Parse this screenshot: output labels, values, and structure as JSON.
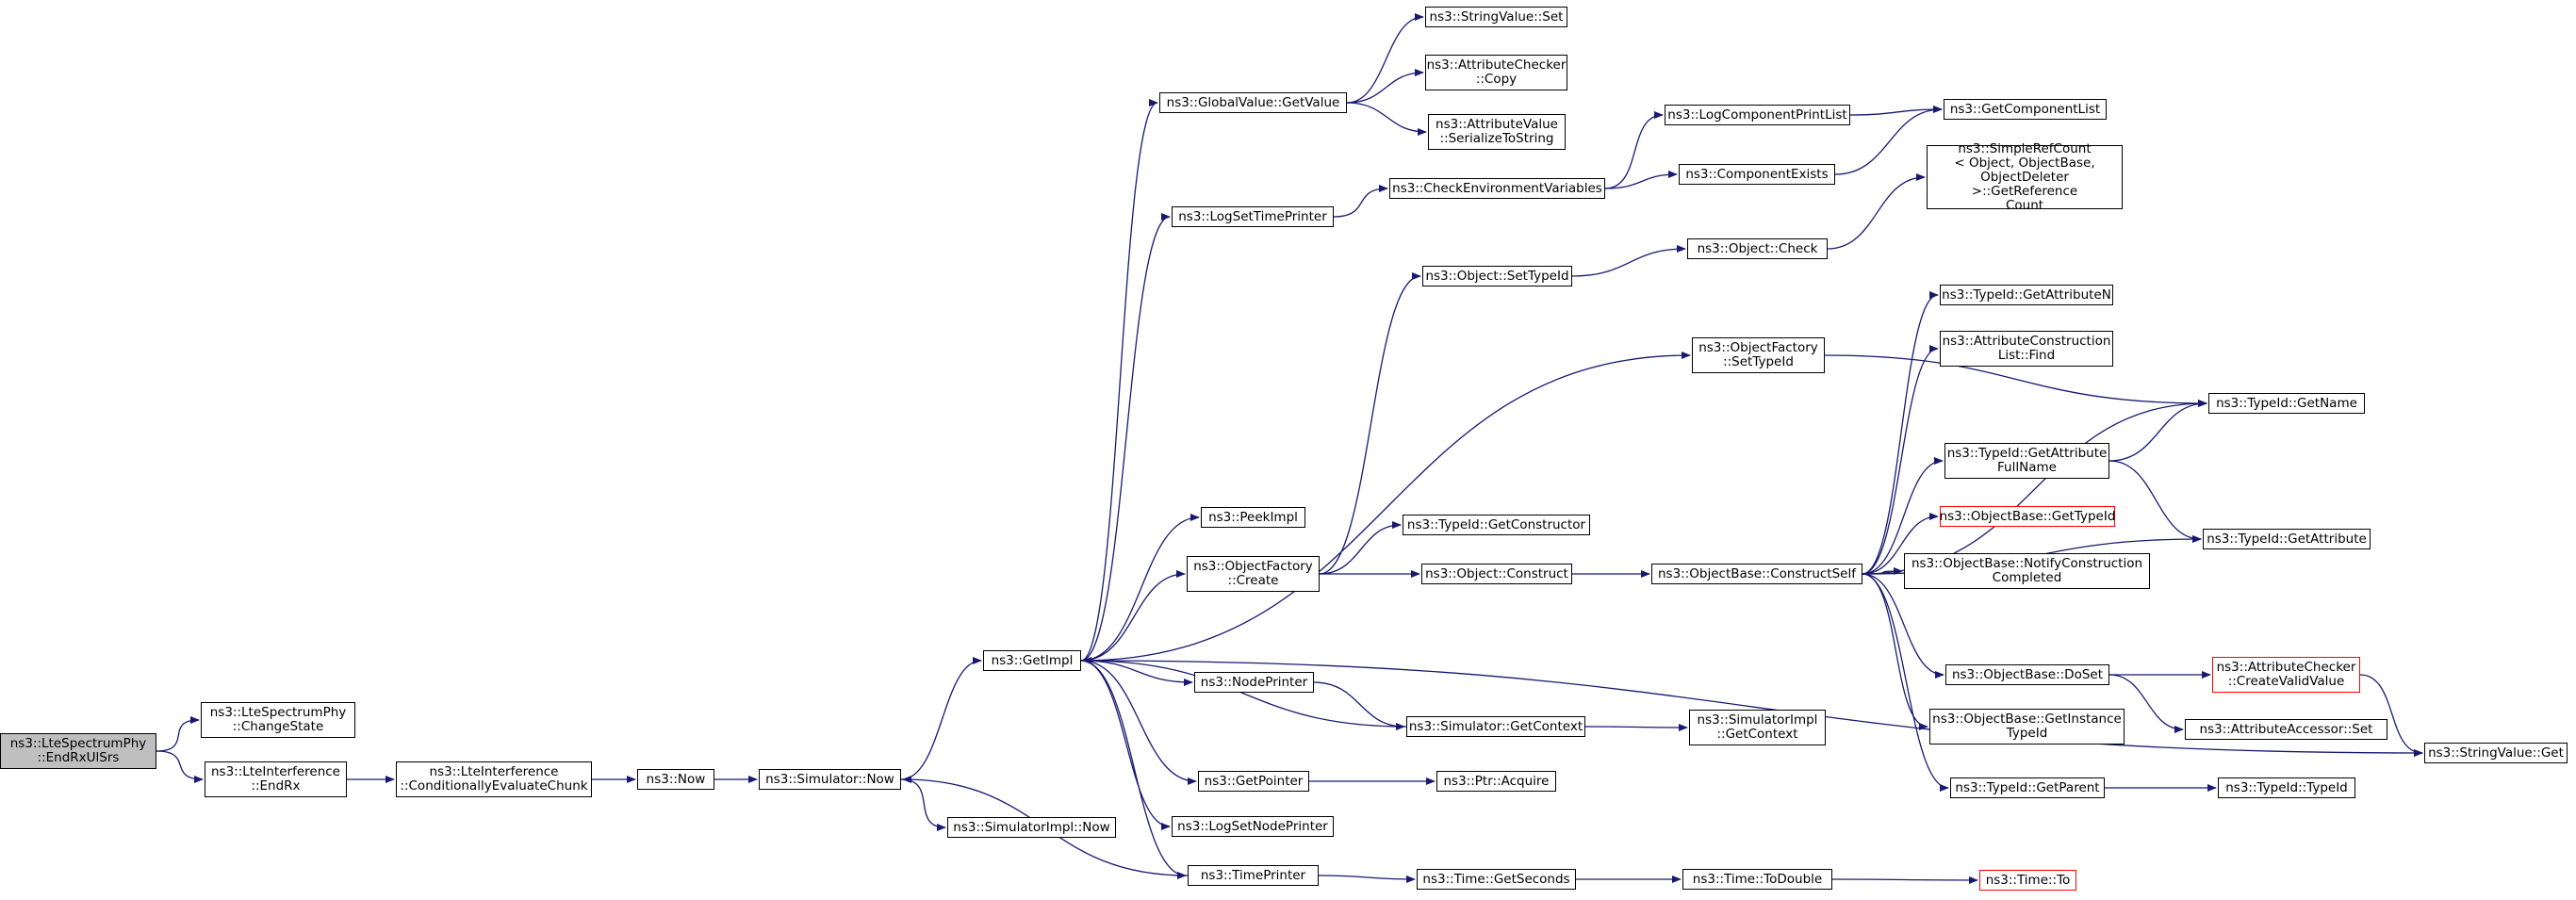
{
  "edge_color": "#191970",
  "highlight_color": "#ff0000",
  "root_fill": "#bfbfbf",
  "nodes": [
    {
      "id": "root",
      "label": "ns3::LteSpectrumPhy\n::EndRxUlSrs",
      "style": "root"
    },
    {
      "id": "changeState",
      "label": "ns3::LteSpectrumPhy\n::ChangeState"
    },
    {
      "id": "lteIntEndRx",
      "label": "ns3::LteInterference\n::EndRx"
    },
    {
      "id": "condEval",
      "label": "ns3::LteInterference\n::ConditionallyEvaluateChunk"
    },
    {
      "id": "now",
      "label": "ns3::Now"
    },
    {
      "id": "simNow",
      "label": "ns3::Simulator::Now"
    },
    {
      "id": "simImplNow",
      "label": "ns3::SimulatorImpl::Now"
    },
    {
      "id": "getImpl",
      "label": "ns3::GetImpl"
    },
    {
      "id": "globalGetValue",
      "label": "ns3::GlobalValue::GetValue"
    },
    {
      "id": "logSetTimePrinter",
      "label": "ns3::LogSetTimePrinter"
    },
    {
      "id": "peekImpl",
      "label": "ns3::PeekImpl"
    },
    {
      "id": "objFactoryCreate",
      "label": "ns3::ObjectFactory\n::Create"
    },
    {
      "id": "nodePrinter",
      "label": "ns3::NodePrinter"
    },
    {
      "id": "getPointer",
      "label": "ns3::GetPointer"
    },
    {
      "id": "logSetNodePrinter",
      "label": "ns3::LogSetNodePrinter"
    },
    {
      "id": "timePrinter",
      "label": "ns3::TimePrinter"
    },
    {
      "id": "stringValueSet",
      "label": "ns3::StringValue::Set"
    },
    {
      "id": "attrCheckerCopy",
      "label": "ns3::AttributeChecker\n::Copy"
    },
    {
      "id": "attrValueSerialize",
      "label": "ns3::AttributeValue\n::SerializeToString"
    },
    {
      "id": "checkEnvVars",
      "label": "ns3::CheckEnvironmentVariables"
    },
    {
      "id": "objectSetTypeId",
      "label": "ns3::Object::SetTypeId"
    },
    {
      "id": "objFactorySetTypeId",
      "label": "ns3::ObjectFactory\n::SetTypeId"
    },
    {
      "id": "typeIdGetConstructor",
      "label": "ns3::TypeId::GetConstructor"
    },
    {
      "id": "objectConstruct",
      "label": "ns3::Object::Construct"
    },
    {
      "id": "simGetContext",
      "label": "ns3::Simulator::GetContext"
    },
    {
      "id": "ptrAcquire",
      "label": "ns3::Ptr::Acquire"
    },
    {
      "id": "timeGetSeconds",
      "label": "ns3::Time::GetSeconds"
    },
    {
      "id": "logComponentPrintList",
      "label": "ns3::LogComponentPrintList"
    },
    {
      "id": "componentExists",
      "label": "ns3::ComponentExists"
    },
    {
      "id": "objectCheck",
      "label": "ns3::Object::Check"
    },
    {
      "id": "objBaseConstructSelf",
      "label": "ns3::ObjectBase::ConstructSelf"
    },
    {
      "id": "simImplGetContext",
      "label": "ns3::SimulatorImpl\n::GetContext"
    },
    {
      "id": "timeToDouble",
      "label": "ns3::Time::ToDouble"
    },
    {
      "id": "getComponentList",
      "label": "ns3::GetComponentList"
    },
    {
      "id": "simpleRefCount",
      "label": "ns3::SimpleRefCount\n< Object, ObjectBase,\n ObjectDeleter >::GetReference\nCount"
    },
    {
      "id": "typeIdGetAttributeN",
      "label": "ns3::TypeId::GetAttributeN"
    },
    {
      "id": "attrConstructionFind",
      "label": "ns3::AttributeConstruction\nList::Find"
    },
    {
      "id": "typeIdGetAttrFullName",
      "label": "ns3::TypeId::GetAttribute\nFullName"
    },
    {
      "id": "objBaseGetTypeId",
      "label": "ns3::ObjectBase::GetTypeId",
      "style": "hl"
    },
    {
      "id": "objBaseNotify",
      "label": "ns3::ObjectBase::NotifyConstruction\nCompleted"
    },
    {
      "id": "objBaseDoSet",
      "label": "ns3::ObjectBase::DoSet"
    },
    {
      "id": "objBaseGetInstanceTypeId",
      "label": "ns3::ObjectBase::GetInstance\nTypeId"
    },
    {
      "id": "typeIdGetParent",
      "label": "ns3::TypeId::GetParent"
    },
    {
      "id": "timeTo",
      "label": "ns3::Time::To",
      "style": "hl"
    },
    {
      "id": "typeIdGetName",
      "label": "ns3::TypeId::GetName"
    },
    {
      "id": "typeIdGetAttribute",
      "label": "ns3::TypeId::GetAttribute"
    },
    {
      "id": "attrCheckerCreateValid",
      "label": "ns3::AttributeChecker\n::CreateValidValue",
      "style": "hl"
    },
    {
      "id": "attrAccessorSet",
      "label": "ns3::AttributeAccessor::Set"
    },
    {
      "id": "typeIdTypeId",
      "label": "ns3::TypeId::TypeId"
    },
    {
      "id": "stringValueGet",
      "label": "ns3::StringValue::Get"
    }
  ],
  "edges": [
    [
      "root",
      "changeState"
    ],
    [
      "root",
      "lteIntEndRx"
    ],
    [
      "lteIntEndRx",
      "condEval"
    ],
    [
      "condEval",
      "now"
    ],
    [
      "now",
      "simNow"
    ],
    [
      "simNow",
      "getImpl"
    ],
    [
      "simNow",
      "simImplNow"
    ],
    [
      "getImpl",
      "globalGetValue"
    ],
    [
      "getImpl",
      "logSetTimePrinter"
    ],
    [
      "getImpl",
      "objFactorySetTypeId"
    ],
    [
      "getImpl",
      "peekImpl"
    ],
    [
      "getImpl",
      "objFactoryCreate"
    ],
    [
      "getImpl",
      "nodePrinter"
    ],
    [
      "getImpl",
      "getPointer"
    ],
    [
      "getImpl",
      "logSetNodePrinter"
    ],
    [
      "getImpl",
      "timePrinter"
    ],
    [
      "getImpl",
      "stringValueGet"
    ],
    [
      "globalGetValue",
      "stringValueSet"
    ],
    [
      "globalGetValue",
      "attrCheckerCopy"
    ],
    [
      "globalGetValue",
      "attrValueSerialize"
    ],
    [
      "logSetTimePrinter",
      "checkEnvVars"
    ],
    [
      "checkEnvVars",
      "logComponentPrintList"
    ],
    [
      "checkEnvVars",
      "componentExists"
    ],
    [
      "logComponentPrintList",
      "getComponentList"
    ],
    [
      "componentExists",
      "getComponentList"
    ],
    [
      "objFactorySetTypeId",
      "typeIdGetName"
    ],
    [
      "objFactoryCreate",
      "objectSetTypeId"
    ],
    [
      "objFactoryCreate",
      "typeIdGetConstructor"
    ],
    [
      "objFactoryCreate",
      "objectConstruct"
    ],
    [
      "objectSetTypeId",
      "objectCheck"
    ],
    [
      "objectCheck",
      "simpleRefCount"
    ],
    [
      "objectConstruct",
      "objBaseConstructSelf"
    ],
    [
      "objBaseConstructSelf",
      "typeIdGetAttributeN"
    ],
    [
      "objBaseConstructSelf",
      "attrConstructionFind"
    ],
    [
      "objBaseConstructSelf",
      "typeIdGetName"
    ],
    [
      "objBaseConstructSelf",
      "typeIdGetAttrFullName"
    ],
    [
      "objBaseConstructSelf",
      "objBaseGetTypeId"
    ],
    [
      "objBaseConstructSelf",
      "objBaseNotify"
    ],
    [
      "objBaseConstructSelf",
      "typeIdGetAttribute"
    ],
    [
      "objBaseConstructSelf",
      "objBaseDoSet"
    ],
    [
      "objBaseConstructSelf",
      "objBaseGetInstanceTypeId"
    ],
    [
      "objBaseConstructSelf",
      "typeIdGetParent"
    ],
    [
      "typeIdGetAttrFullName",
      "typeIdGetName"
    ],
    [
      "typeIdGetAttrFullName",
      "typeIdGetAttribute"
    ],
    [
      "objBaseDoSet",
      "attrCheckerCreateValid"
    ],
    [
      "objBaseDoSet",
      "attrAccessorSet"
    ],
    [
      "attrCheckerCreateValid",
      "stringValueGet"
    ],
    [
      "typeIdGetParent",
      "typeIdTypeId"
    ],
    [
      "nodePrinter",
      "simGetContext"
    ],
    [
      "simGetContext",
      "getImpl"
    ],
    [
      "simGetContext",
      "simImplGetContext"
    ],
    [
      "getPointer",
      "ptrAcquire"
    ],
    [
      "timePrinter",
      "simNow"
    ],
    [
      "timePrinter",
      "timeGetSeconds"
    ],
    [
      "timeGetSeconds",
      "timeToDouble"
    ],
    [
      "timeToDouble",
      "timeTo"
    ]
  ]
}
